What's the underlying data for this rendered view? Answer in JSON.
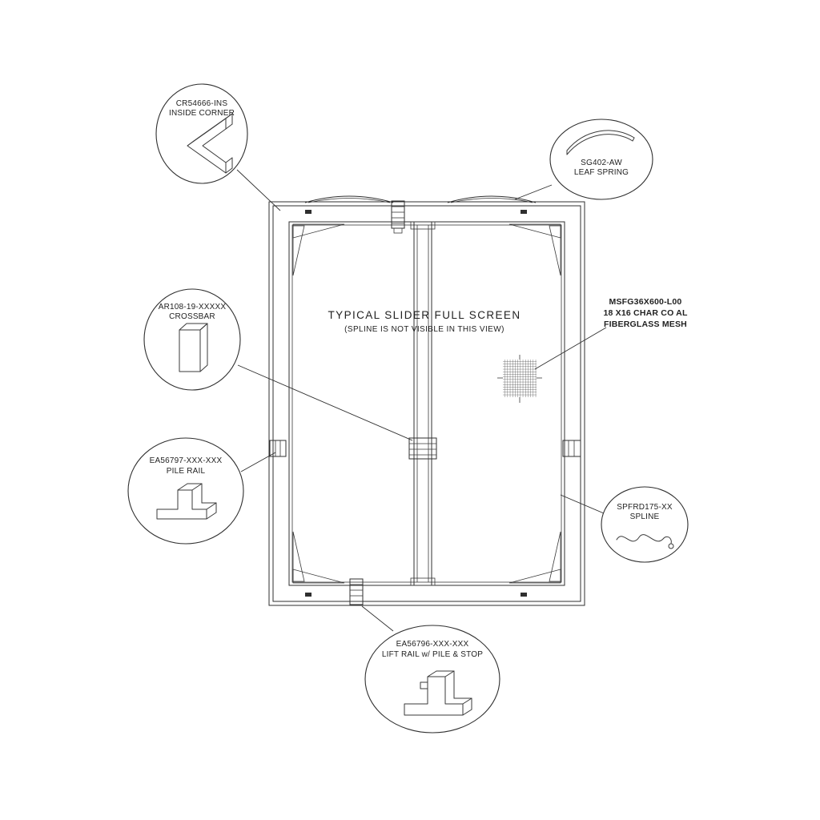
{
  "diagram": {
    "title": "TYPICAL SLIDER FULL SCREEN",
    "subtitle": "(SPLINE IS NOT VISIBLE IN THIS VIEW)",
    "callouts": {
      "inside_corner": {
        "part": "CR54666-INS",
        "name": "INSIDE CORNER"
      },
      "leaf_spring": {
        "part": "SG402-AW",
        "name": "LEAF SPRING"
      },
      "crossbar": {
        "part": "AR108-19-XXXXX",
        "name": "CROSSBAR"
      },
      "mesh": {
        "part": "MSFG36X600-L00",
        "spec": "18 X16 CHAR  CO AL",
        "name": "FIBERGLASS MESH"
      },
      "pile_rail": {
        "part": "EA56797-XXX-XXX",
        "name": "PILE RAIL"
      },
      "spline": {
        "part": "SPFRD175-XX",
        "name": "SPLINE"
      },
      "lift_rail": {
        "part": "EA56796-XXX-XXX",
        "name": "LIFT RAIL w/ PILE & STOP"
      }
    },
    "colors": {
      "line": "#2f2f2f",
      "background": "#ffffff"
    }
  }
}
